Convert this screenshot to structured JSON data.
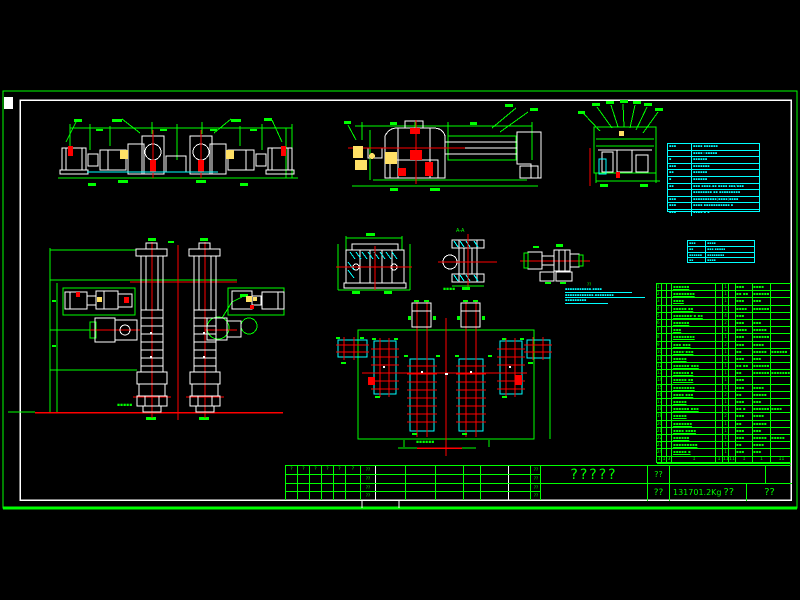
{
  "colors": {
    "background": "#000000",
    "line_green": "#00ff00",
    "cyan": "#00ffff",
    "red": "#ff0000",
    "white": "#ffffff",
    "yellow": "#ffe066"
  },
  "labels": {
    "section_label": "A-A",
    "detail_caption": "▪▪▪▪",
    "plan_left_caption": "▪▪▪▪▪",
    "plan_bottom_caption": "▪▪▪▪▪▪"
  },
  "cyan_notes": {
    "header": "??",
    "lines": [
      "▪▪▪▪▪▪▪▪▪▪▪-▪▪▪▪",
      "▪▪▪▪▪▪▪▪▪▪▪▪-▪▪▪▪▪▪▪▪",
      "▪▪▪▪▪▪▪▪▪"
    ]
  },
  "spec_table": {
    "rows": [
      [
        "▪▪▪",
        "▪▪▪▪ ▪▪▪▪▪▪"
      ],
      [
        "",
        "▪▪▪▪=▪▪▪▪▪"
      ],
      [
        "▪",
        "▪▪▪▪▪▪"
      ],
      [
        "▪▪▪",
        "▪▪▪▪▪▪▪"
      ],
      [
        "▪▪",
        "▪▪▪▪▪▪"
      ],
      [
        "▪",
        "▪▪▪▪▪▪"
      ],
      [
        "▪▪",
        "▪▪▪ ▪▪▪▪-▪▪ ▪▪▪▪ ▪▪▪/▪▪▪"
      ],
      [
        "",
        "▪▪▪▪▪▪▪▪ ▪▪ ▪▪▪▪▪▪▪▪▪"
      ],
      [
        "▪▪▪",
        "▪▪▪▪▪▪▪▪▪▪(▪▪▪▪)▪▪▪▪"
      ],
      [
        "▪▪▪",
        "▪▪▪▪ ▪▪▪▪▪▪▪▪▪▪▪ ▪"
      ],
      [
        "▪▪▪",
        "▪▪▪▪-▪ ▪"
      ]
    ]
  },
  "mini_table": {
    "rows": [
      [
        "▪▪▪",
        "▪▪▪▪"
      ],
      [
        "▪▪",
        "▪▪▪ ▪▪▪▪▪"
      ],
      [
        "▪▪▪▪▪▪",
        "▪▪▪▪▪▪▪▪"
      ],
      [
        "▪▪",
        "▪▪▪▪"
      ]
    ]
  },
  "bom": {
    "rows": [
      [
        "1",
        "",
        "",
        "▪▪▪▪▪▪",
        "",
        "1",
        "",
        "▪▪▪",
        "▪▪▪▪",
        ""
      ],
      [
        "2",
        "",
        "",
        "▪▪▪▪▪▪▪▪",
        "",
        "1",
        "",
        "▪▪ ▪▪",
        "▪▪▪▪▪▪",
        ""
      ],
      [
        "3",
        "",
        "",
        "▪▪▪▪",
        "",
        "1",
        "",
        "▪▪▪",
        "▪▪▪",
        ""
      ],
      [
        "4",
        "",
        "",
        "▪▪▪▪▪ ▪▪",
        "",
        "1",
        "",
        "▪▪▪▪",
        "▪▪▪▪▪▪",
        ""
      ],
      [
        "5",
        "",
        "",
        "▪▪▪▪▪▪▪-▪ ▪▪",
        "",
        "4",
        "",
        "▪▪▪",
        "",
        ""
      ],
      [
        "6",
        "",
        "",
        "▪▪▪▪▪▪",
        "",
        "2",
        "",
        "▪▪▪",
        "▪▪▪",
        ""
      ],
      [
        "7",
        "",
        "",
        "▪▪▪",
        "",
        "1",
        "",
        "▪▪▪▪",
        "▪▪▪▪▪",
        ""
      ],
      [
        "8",
        "",
        "",
        "▪▪▪▪▪▪▪▪",
        "",
        "1",
        "",
        "▪▪▪",
        "▪▪▪▪▪▪",
        ""
      ],
      [
        "9",
        "",
        "",
        "▪▪▪ ▪▪▪",
        "",
        "2",
        "",
        "▪▪▪",
        "▪▪▪▪",
        ""
      ],
      [
        "10",
        "",
        "",
        "▪▪▪▪-▪▪▪",
        "",
        "1",
        "",
        "▪▪",
        "▪▪▪▪▪",
        "▪▪▪▪▪▪"
      ],
      [
        "11",
        "",
        "",
        "▪▪▪▪▪",
        "",
        "1",
        "",
        "▪▪▪",
        "▪▪▪",
        ""
      ],
      [
        "12",
        "",
        "",
        "▪▪▪▪▪▪-▪▪▪",
        "",
        "1",
        "",
        "▪▪ ▪▪",
        "▪▪▪▪▪▪",
        ""
      ],
      [
        "13",
        "",
        "",
        "▪▪▪▪▪▪ ▪",
        "",
        "1",
        "",
        "▪▪",
        "▪▪▪▪▪▪",
        "▪▪▪▪▪▪▪"
      ],
      [
        "14",
        "",
        "",
        "▪▪▪▪▪ ▪▪",
        "",
        "1",
        "",
        "▪▪▪",
        "",
        ""
      ],
      [
        "15",
        "",
        "",
        "▪▪▪▪▪▪▪▪",
        "",
        "1",
        "",
        "▪▪▪",
        "▪▪▪▪",
        ""
      ],
      [
        "16",
        "",
        "",
        "▪▪▪▪ ▪▪▪",
        "",
        "2",
        "",
        "▪▪",
        "▪▪▪▪▪",
        ""
      ],
      [
        "17",
        "",
        "",
        "▪▪▪▪▪",
        "",
        "1",
        "",
        "▪▪▪",
        "▪▪▪",
        ""
      ],
      [
        "18",
        "",
        "",
        "▪▪▪▪▪▪ ▪▪▪",
        "",
        "1",
        "",
        "▪▪ ▪",
        "▪▪▪▪▪▪",
        "▪▪▪▪"
      ],
      [
        "19",
        "",
        "",
        "▪▪▪▪▪",
        "",
        "2",
        "",
        "▪▪▪",
        "▪▪▪▪",
        ""
      ],
      [
        "20",
        "",
        "",
        "▪▪▪▪▪▪▪",
        "",
        "1",
        "",
        "▪▪",
        "▪▪▪▪▪",
        ""
      ],
      [
        "21",
        "",
        "",
        "▪▪▪▪ ▪▪▪▪",
        "",
        "1",
        "",
        "▪▪▪",
        "▪▪▪",
        ""
      ],
      [
        "22",
        "",
        "",
        "▪▪▪▪▪▪",
        "",
        "1",
        "",
        "▪▪▪",
        "▪▪▪▪▪",
        "▪▪▪▪▪"
      ],
      [
        "23",
        "",
        "",
        "▪▪▪▪▪▪▪▪▪",
        "",
        "1",
        "",
        "▪▪",
        "▪▪▪▪",
        ""
      ],
      [
        "24",
        "",
        "",
        "▪▪▪▪▪ ▪",
        "",
        "1",
        "",
        "▪▪▪",
        "▪▪▪",
        ""
      ]
    ],
    "footer": [
      "1",
      "1",
      "3",
      "1",
      "1",
      "11",
      "11",
      "1",
      "1",
      "11"
    ]
  },
  "title_block": {
    "title": "?????",
    "r1c2": "??",
    "r2c1": "??",
    "weight": "131701.2Kg",
    "r2c2b": "??",
    "r2c3": "??",
    "left_grid": {
      "rows": [
        [
          "?",
          "?",
          "?",
          "?",
          "?",
          "?",
          "??",
          "",
          "",
          "",
          "",
          "",
          "",
          "??"
        ],
        [
          "",
          "",
          "",
          "",
          "",
          "",
          "??",
          "",
          "",
          "",
          "",
          "",
          "",
          "??"
        ],
        [
          "",
          "",
          "",
          "",
          "",
          "",
          "??",
          "",
          "",
          "",
          "",
          "",
          "",
          "??"
        ],
        [
          "",
          "",
          "",
          "",
          "",
          "",
          "??",
          "",
          "",
          "",
          "",
          "",
          "",
          "??"
        ]
      ]
    }
  }
}
